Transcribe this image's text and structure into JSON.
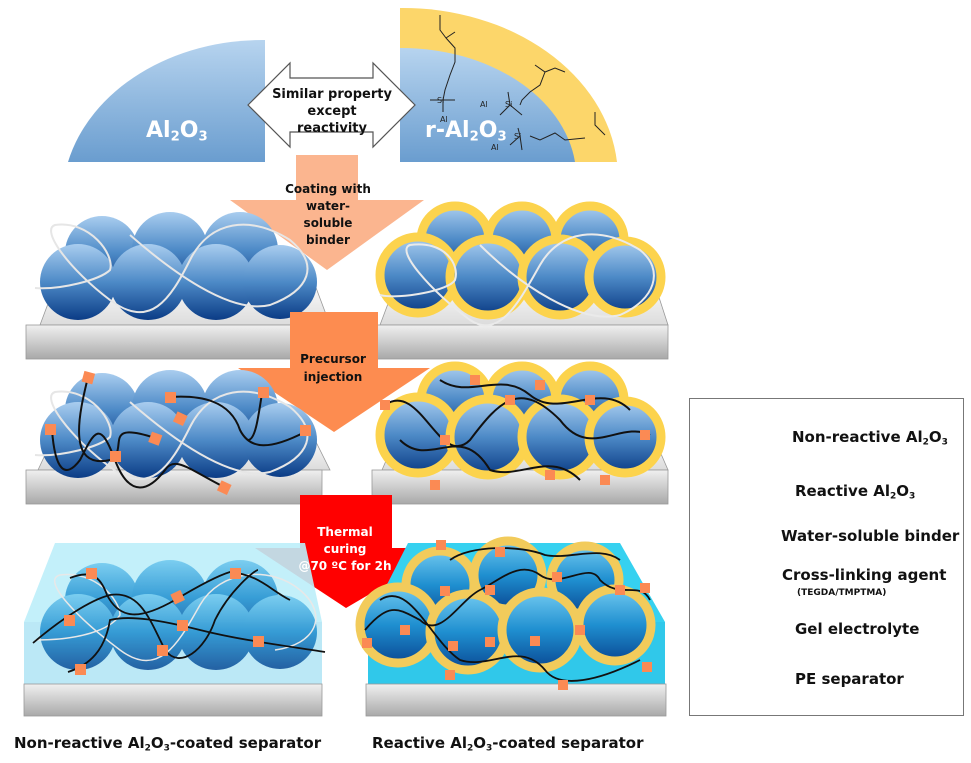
{
  "top": {
    "left_particle_label": "Al",
    "left_particle_sub1": "2",
    "left_particle_mid": "O",
    "left_particle_sub2": "3",
    "right_particle_label": "r-Al",
    "right_particle_sub1": "2",
    "right_particle_mid": "O",
    "right_particle_sub2": "3",
    "comparison_line1": "Similar property",
    "comparison_line2": "except reactivity",
    "molecule_atoms": {
      "si": "Si",
      "o": "O",
      "al": "Al"
    }
  },
  "steps": [
    {
      "lines": [
        "Coating with",
        "water-soluble",
        "binder"
      ],
      "color": "#fbb58f",
      "text_color": "#111111"
    },
    {
      "lines": [
        "Precursor",
        "injection"
      ],
      "color": "#fd8c50",
      "text_color": "#111111"
    },
    {
      "lines": [
        "Thermal",
        "curing",
        "@70 ºC for 2h"
      ],
      "color": "#ff0000",
      "text_color": "#ffffff"
    }
  ],
  "legend": {
    "items": [
      {
        "icon": "non-reactive-alumina-icon",
        "label": "Non-reactive Al",
        "sub1": "2",
        "mid": "O",
        "sub2": "3"
      },
      {
        "icon": "reactive-alumina-icon",
        "label": "Reactive Al",
        "sub1": "2",
        "mid": "O",
        "sub2": "3"
      },
      {
        "icon": "binder-icon",
        "label": "Water-soluble binder"
      },
      {
        "icon": "cross-linking-agent-icon",
        "label": "Cross-linking agent",
        "note": "(TEGDA/TMPTMA)"
      },
      {
        "icon": "gel-electrolyte-icon",
        "label": "Gel electrolyte"
      },
      {
        "icon": "pe-separator-icon",
        "label": "PE separator"
      }
    ]
  },
  "captions": {
    "left": {
      "pre": "Non-reactive Al",
      "sub1": "2",
      "mid": "O",
      "sub2": "3",
      "post": "-coated separator"
    },
    "right": {
      "pre": "Reactive Al",
      "sub1": "2",
      "mid": "O",
      "sub2": "3",
      "post": "-coated separator"
    }
  },
  "colors": {
    "alumina_light": "#b3d1ee",
    "alumina_dark": "#6a9fd0",
    "sphere_dark": "#0a3d8a",
    "reactive_shell": "#fcd34d",
    "crosslinker": "#fb8a54",
    "gel": "#3ad3f2",
    "separator": "#d0d0d0"
  }
}
